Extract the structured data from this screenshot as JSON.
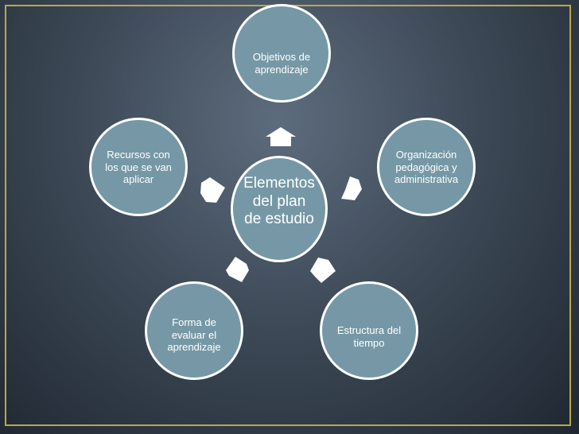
{
  "diagram": {
    "center": {
      "label": "Elementos\ndel plan\nde estudio"
    },
    "nodes": [
      {
        "id": "top",
        "label": "Objetivos de\naprendizaje"
      },
      {
        "id": "right",
        "label": "Organización\npedagógica y\nadministrativa"
      },
      {
        "id": "bottom-right",
        "label": "Estructura del\ntiempo"
      },
      {
        "id": "bottom-left",
        "label": "Forma de\nevaluar el\naprendizaje"
      },
      {
        "id": "left",
        "label": "Recursos con\nlos que se van\naplicar"
      }
    ],
    "colors": {
      "node_fill": "#7698a6",
      "node_border": "#ffffff",
      "arrow_fill": "#ffffff",
      "frame": "#b9a84a",
      "background": "#3e4a58"
    }
  }
}
